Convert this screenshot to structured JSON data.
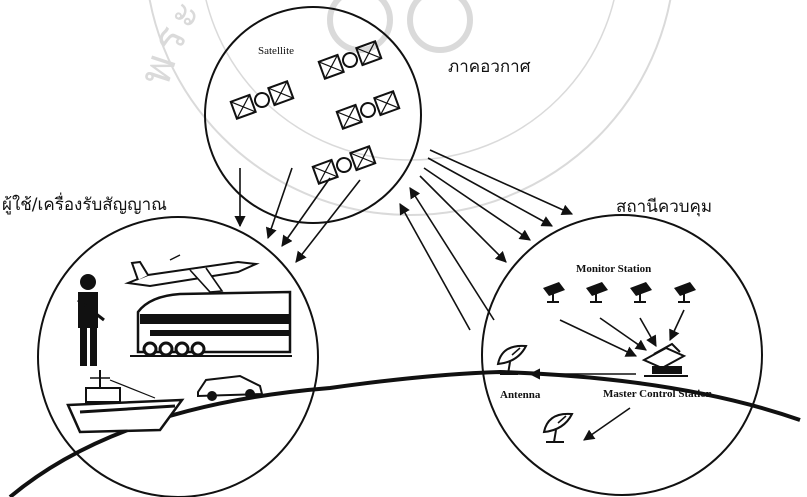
{
  "space_segment": {
    "label_en": "Satellite",
    "label_th": "ภาคอวกาศ"
  },
  "user_segment": {
    "label_th": "ผู้ใช้/เครื่องรับสัญญาณ"
  },
  "control_segment": {
    "label_th": "สถานีควบคุม",
    "monitor_label": "Monitor Station",
    "antenna_label": "Antenna",
    "master_label": "Master Control Station"
  },
  "watermark": {
    "text": "พระจอมเกล้าเจ้าคุณทหาร"
  },
  "colors": {
    "ink": "#111111",
    "watermark": "#bdbdbd",
    "background": "#ffffff"
  }
}
